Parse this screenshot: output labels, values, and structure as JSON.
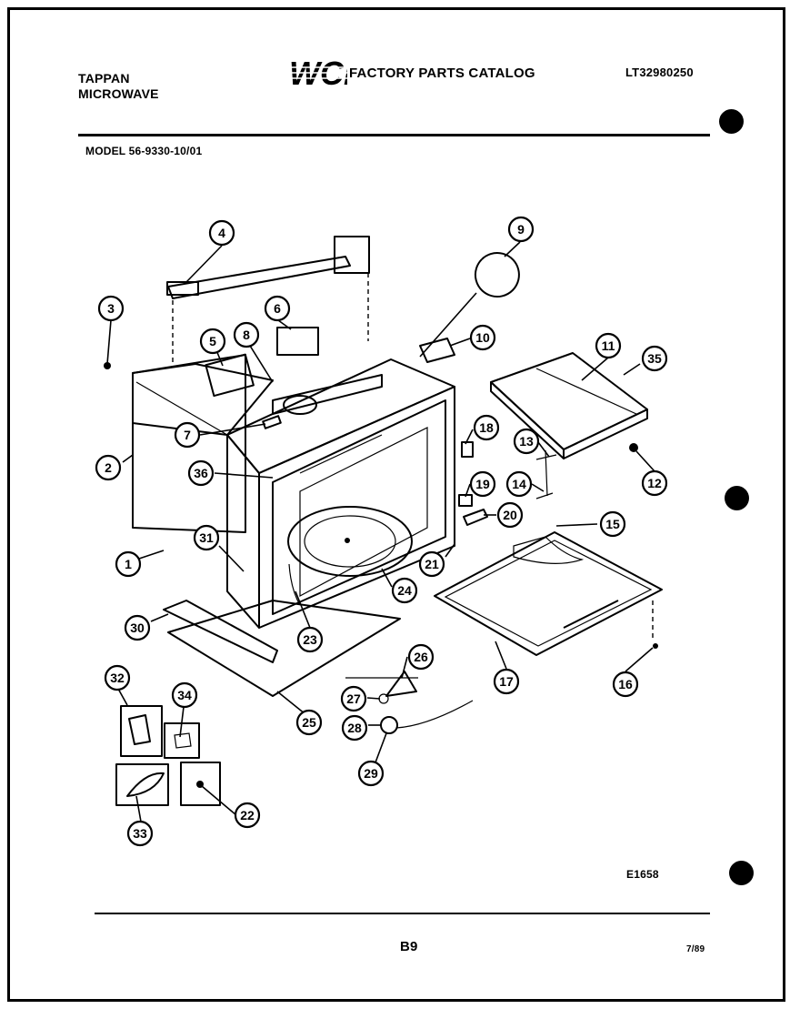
{
  "header": {
    "brand_line1": "TAPPAN",
    "brand_line2": "MICROWAVE",
    "logo_text": "WCI",
    "catalog_title": "FACTORY PARTS CATALOG",
    "catalog_code": "LT32980250"
  },
  "model_label": "MODEL 56-9330-10/01",
  "diagram": {
    "code": "E1658",
    "callouts": [
      {
        "label": "1"
      },
      {
        "label": "2"
      },
      {
        "label": "3"
      },
      {
        "label": "4"
      },
      {
        "label": "5"
      },
      {
        "label": "6"
      },
      {
        "label": "7"
      },
      {
        "label": "8"
      },
      {
        "label": "9"
      },
      {
        "label": "10"
      },
      {
        "label": "11"
      },
      {
        "label": "12"
      },
      {
        "label": "13"
      },
      {
        "label": "14"
      },
      {
        "label": "15"
      },
      {
        "label": "16"
      },
      {
        "label": "17"
      },
      {
        "label": "18"
      },
      {
        "label": "19"
      },
      {
        "label": "20"
      },
      {
        "label": "21"
      },
      {
        "label": "22"
      },
      {
        "label": "23"
      },
      {
        "label": "24"
      },
      {
        "label": "25"
      },
      {
        "label": "26"
      },
      {
        "label": "27"
      },
      {
        "label": "28"
      },
      {
        "label": "29"
      },
      {
        "label": "30"
      },
      {
        "label": "31"
      },
      {
        "label": "32"
      },
      {
        "label": "33"
      },
      {
        "label": "34"
      },
      {
        "label": "35"
      },
      {
        "label": "36"
      }
    ]
  },
  "footer": {
    "page_number": "B9",
    "date": "7/89"
  }
}
